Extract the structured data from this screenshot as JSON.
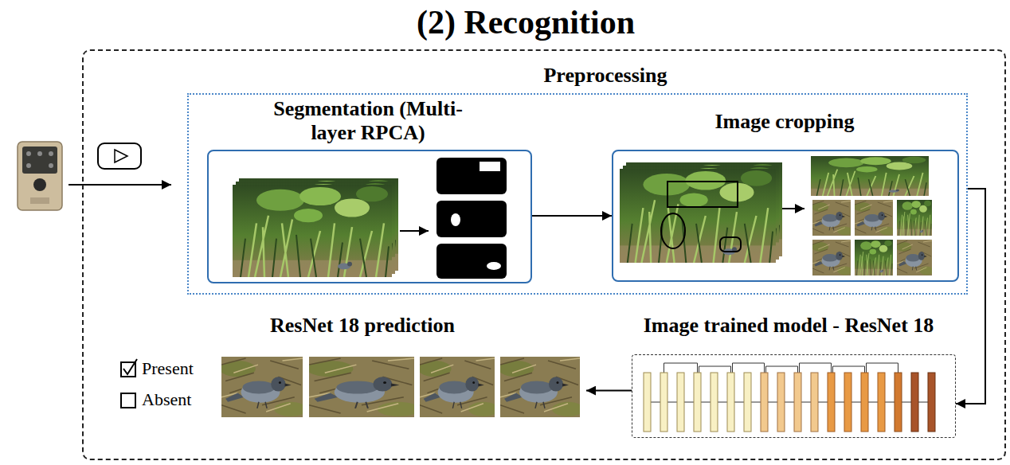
{
  "diagram": {
    "nodes": [
      {
        "text": [
          "(2) Recognition"
        ]
      },
      {
        "text": [
          "Preprocessing"
        ],
        "in": 0
      },
      {
        "text": [
          "Segmentation (Multi-layer RPCA)"
        ],
        "in": 1
      },
      {
        "text": [
          "Image cropping"
        ],
        "in": 1
      },
      {
        "text": [
          "Image trained model - ResNet 18"
        ],
        "in": 0
      },
      {
        "text": [
          "ResNet 18 prediction"
        ],
        "in": 0
      }
    ],
    "edges": [
      {
        "from": 2,
        "to": 3,
        "arrow": "to"
      },
      {
        "from": 1,
        "to": 4,
        "arrow": "to"
      },
      {
        "from": 4,
        "to": 5,
        "arrow": "to"
      }
    ],
    "labels": [
      "Present",
      "Absent"
    ]
  }
}
